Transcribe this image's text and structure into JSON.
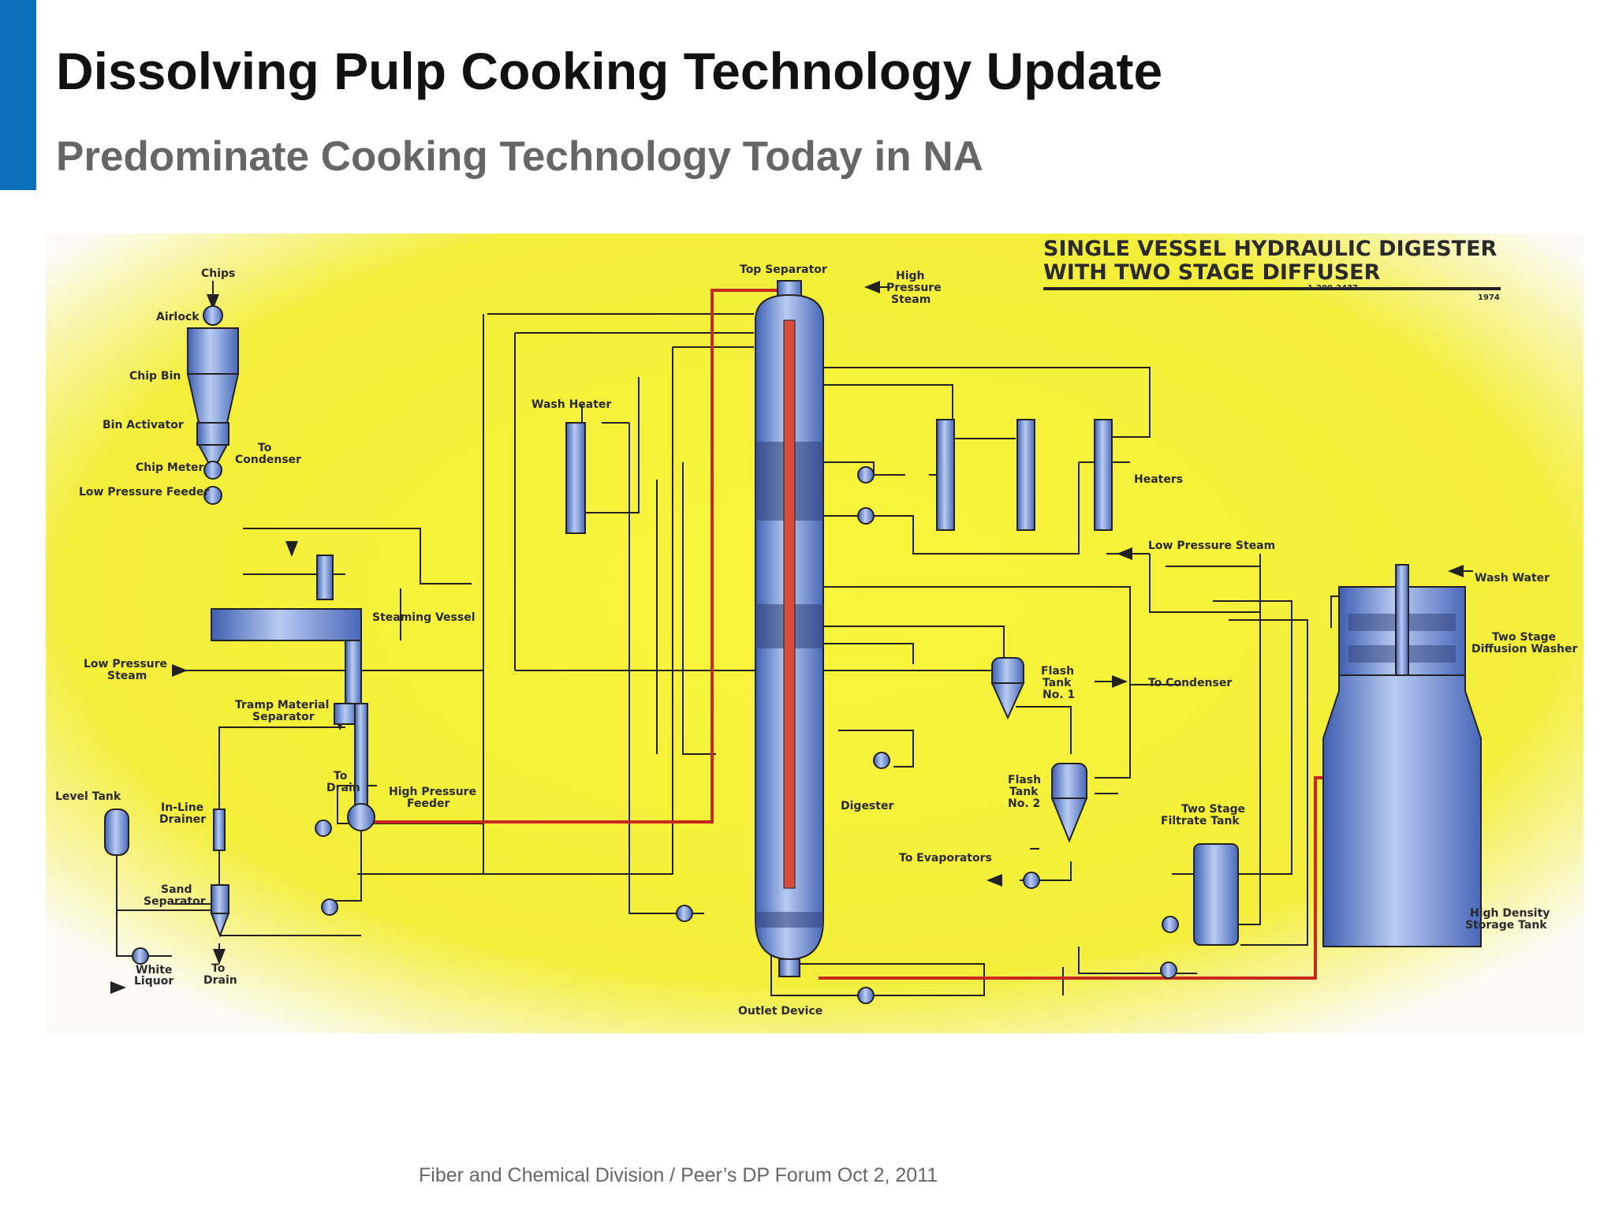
{
  "slide": {
    "title": "Dissolving Pulp Cooking Technology Update",
    "subtitle": "Predominate Cooking Technology Today in NA",
    "footer": "Fiber and Chemical Division / Peer’s DP Forum Oct 2, 2011",
    "accent_color": "#0b6fb8"
  },
  "diagram": {
    "header_line1": "SINGLE VESSEL HYDRAULIC DIGESTER",
    "header_line2": "WITH TWO STAGE DIFFUSER",
    "code": "1-200-2437",
    "year": "1974",
    "background_color": "#f7f33a",
    "vessel_color": "#6f8fd6",
    "pipe_color": "#222222",
    "hot_pipe_color": "#c8281e",
    "labels": {
      "chips": "Chips",
      "airlock": "Airlock",
      "chip_bin": "Chip Bin",
      "bin_activator": "Bin Activator",
      "to_condenser_1a": "To",
      "to_condenser_1b": "Condenser",
      "chip_meter": "Chip Meter",
      "low_pressure_feeder": "Low Pressure Feeder",
      "steaming_vessel": "Steaming Vessel",
      "low_pressure_steam_left_a": "Low Pressure",
      "low_pressure_steam_left_b": "Steam",
      "tramp_material_a": "Tramp Material",
      "tramp_material_b": "Separator",
      "to_drain_1a": "To",
      "to_drain_1b": "Drain",
      "high_pressure_feeder_a": "High Pressure",
      "high_pressure_feeder_b": "Feeder",
      "level_tank": "Level Tank",
      "in_line_drainer_a": "In-Line",
      "in_line_drainer_b": "Drainer",
      "sand_separator_a": "Sand",
      "sand_separator_b": "Separator",
      "white_liquor_a": "White",
      "white_liquor_b": "Liquor",
      "to_drain_2a": "To",
      "to_drain_2b": "Drain",
      "wash_heater": "Wash Heater",
      "top_separator": "Top Separator",
      "high_pressure_steam_a": "High",
      "high_pressure_steam_b": "Pressure",
      "high_pressure_steam_c": "Steam",
      "heaters": "Heaters",
      "low_pressure_steam_right": "Low Pressure Steam",
      "wash_water": "Wash Water",
      "two_stage_diffusion_a": "Two Stage",
      "two_stage_diffusion_b": "Diffusion Washer",
      "flash_tank_1a": "Flash",
      "flash_tank_1b": "Tank",
      "flash_tank_1c": "No. 1",
      "to_condenser_2": "To Condenser",
      "flash_tank_2a": "Flash",
      "flash_tank_2b": "Tank",
      "flash_tank_2c": "No. 2",
      "digester": "Digester",
      "to_evaporators": "To Evaporators",
      "two_stage_filtrate_a": "Two Stage",
      "two_stage_filtrate_b": "Filtrate Tank",
      "high_density_a": "High Density",
      "high_density_b": "Storage Tank",
      "outlet_device": "Outlet Device"
    }
  }
}
